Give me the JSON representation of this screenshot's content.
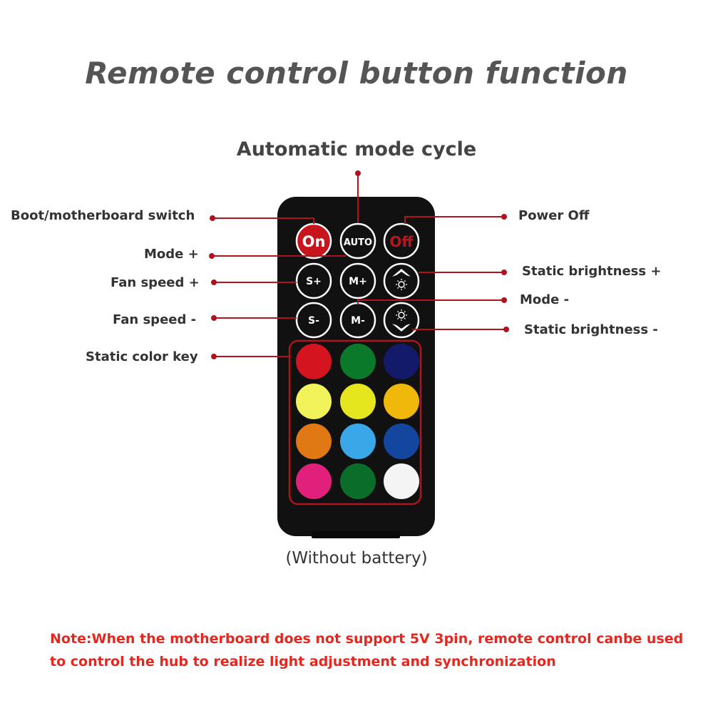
{
  "title": "Remote control button function",
  "labels": {
    "auto_mode": "Automatic mode cycle",
    "boot_switch": "Boot/motherboard switch",
    "power_off": "Power Off",
    "mode_plus": "Mode +",
    "fan_speed_plus": "Fan speed +",
    "static_brightness_plus": "Static brightness +",
    "mode_minus": "Mode -",
    "fan_speed_minus": "Fan speed -",
    "static_brightness_minus": "Static brightness -",
    "static_color_key": "Static color key"
  },
  "buttons": {
    "on": "On",
    "auto": "AUTO",
    "off": "Off",
    "speed_plus": "S+",
    "mode_plus": "M+",
    "speed_minus": "S-",
    "mode_minus": "M-"
  },
  "color_keys": [
    "#d4141e",
    "#0a7a2a",
    "#141a6a",
    "#f2f25a",
    "#e6e61e",
    "#f0b80a",
    "#e07814",
    "#3aa8e8",
    "#1446a0",
    "#e0207a",
    "#0a6e2a",
    "#f4f4f4"
  ],
  "colors": {
    "accent": "#b0121e",
    "remote_body": "#111111",
    "note_text": "#e8261e"
  },
  "caption": "(Without battery)",
  "note": {
    "line1": "Note:When the motherboard does not support 5V 3pin, remote control canbe used",
    "line2": "to control the hub to realize light adjustment and synchronization"
  }
}
